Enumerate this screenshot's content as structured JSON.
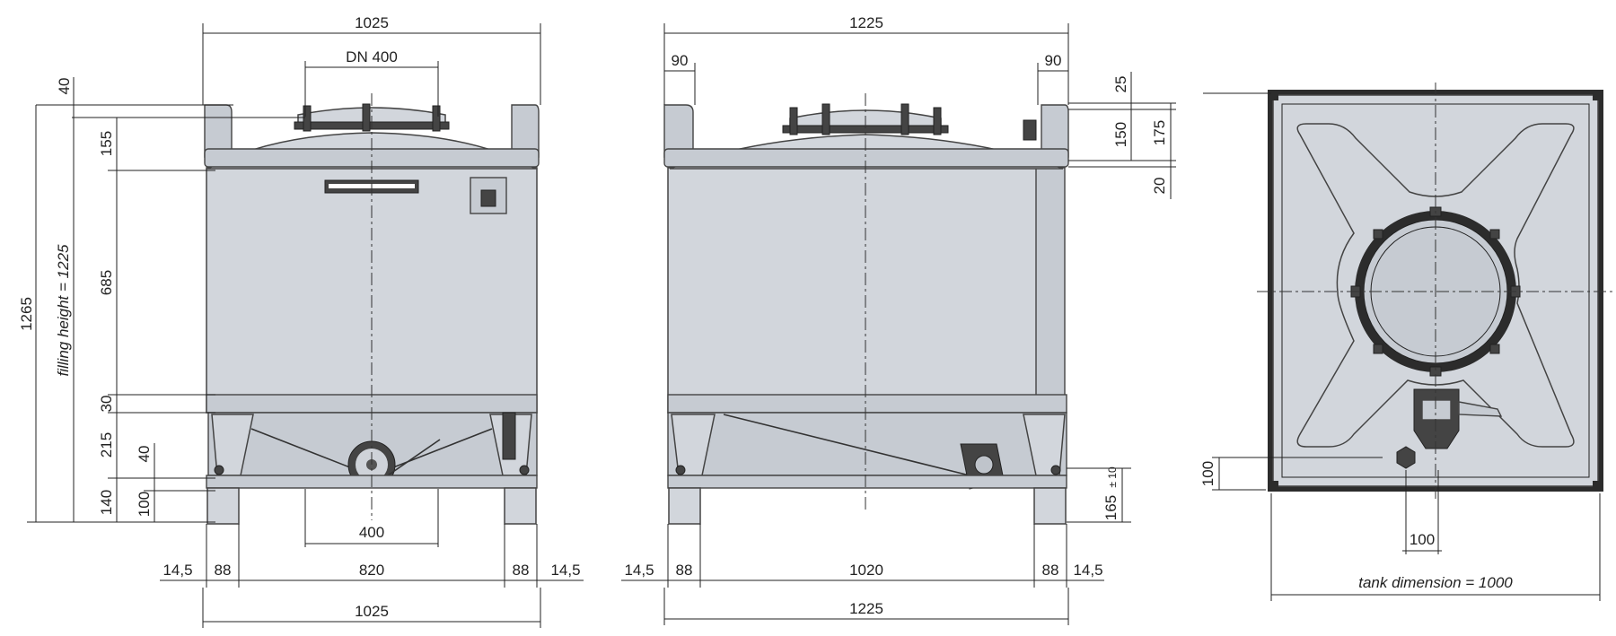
{
  "front": {
    "w_top": "1025",
    "dn": "DN 400",
    "h_total": "1265",
    "filling": "filling height = 1225",
    "h40": "40",
    "h155": "155",
    "h685": "685",
    "h30": "30",
    "h215": "215",
    "h140": "140",
    "s40": "40",
    "s100": "100",
    "w400": "400",
    "b14a": "14,5",
    "b88a": "88",
    "b820": "820",
    "b88b": "88",
    "b14b": "14,5",
    "w_bottom": "1025"
  },
  "side": {
    "w_top": "1225",
    "l90": "90",
    "r90": "90",
    "h25": "25",
    "h150": "150",
    "h175": "175",
    "h20": "20",
    "h165": "165",
    "tol": "± 10",
    "b14a": "14,5",
    "b88a": "88",
    "b1020": "1020",
    "b88b": "88",
    "b14b": "14,5",
    "w_bottom": "1225"
  },
  "top": {
    "h100": "100",
    "w100": "100",
    "tank": "tank dimension = 1000"
  }
}
